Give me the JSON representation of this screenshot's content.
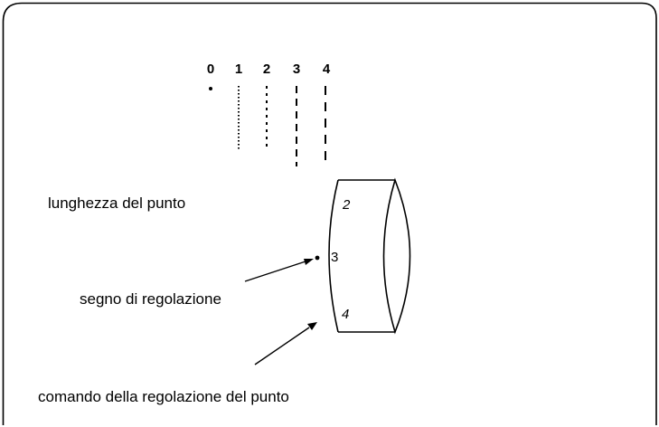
{
  "scale": {
    "numbers": [
      "0",
      "1",
      "2",
      "3",
      "4"
    ]
  },
  "dial": {
    "numbers": [
      "2",
      "3",
      "4"
    ]
  },
  "labels": {
    "stitch_length": "lunghezza del punto",
    "adjustment_mark": "segno di regolazione",
    "stitch_control": "comando della regolazione del punto"
  },
  "colors": {
    "line": "#000000",
    "background": "#ffffff"
  }
}
